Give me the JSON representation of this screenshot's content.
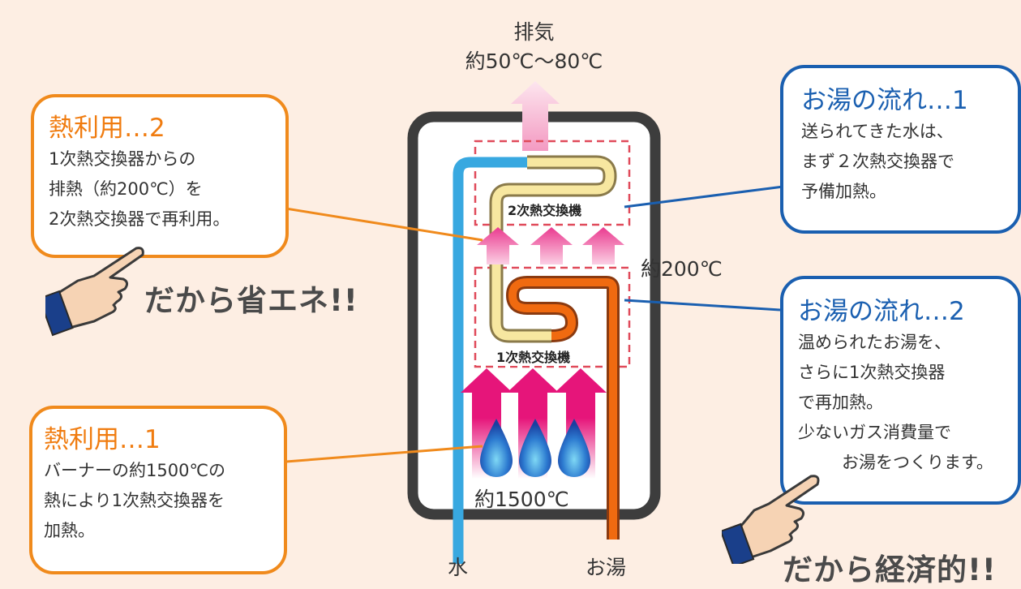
{
  "exhaust": {
    "label": "排気",
    "temp": "約50℃〜80℃"
  },
  "heat_use_2": {
    "title": "熱利用…2",
    "body": "1次熱交換器からの\n排熱（約200℃）を\n2次熱交換器で再利用。"
  },
  "heat_use_1": {
    "title": "熱利用…1",
    "body": "バーナーの約1500℃の\n熱により1次熱交換器を\n加熱。"
  },
  "flow_1": {
    "title": "お湯の流れ…1",
    "body": "送られてきた水は、\nまず２次熱交換器で\n予備加熱。"
  },
  "flow_2": {
    "title": "お湯の流れ…2",
    "body": "温められたお湯を、\nさらに1次熱交換器\nで再加熱。\n少ないガス消費量で"
  },
  "flow_2_last": "お湯をつくります。",
  "slogan_left": "だから省エネ!!",
  "slogan_right": "だから経済的!!",
  "temp_200": "約200℃",
  "temp_1500": "約1500℃",
  "hx2_label": "2次熱交換機",
  "hx1_label": "1次熱交換機",
  "water_in": "水",
  "hot_out": "お湯",
  "colors": {
    "orange": "#f08a1c",
    "blue": "#1a5fb0",
    "pipe_blue": "#38a8e0",
    "pipe_orange": "#f06a10",
    "magenta": "#e6157a",
    "flame": "#1a4fb0"
  }
}
